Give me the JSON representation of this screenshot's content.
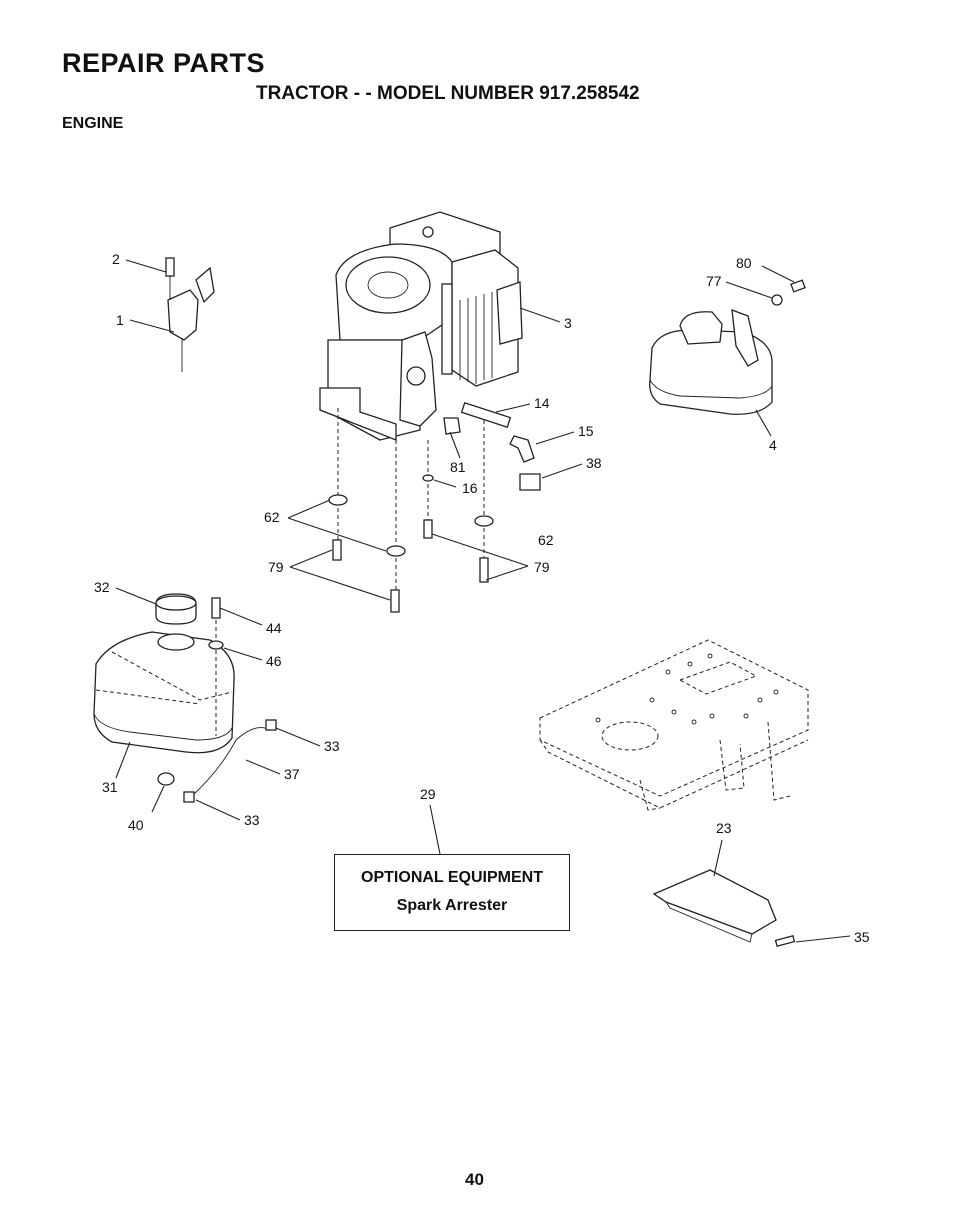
{
  "header": {
    "title": "REPAIR PARTS",
    "subtitle": "TRACTOR - - MODEL NUMBER 917.258542",
    "section": "ENGINE"
  },
  "callouts": {
    "c1": "1",
    "c2": "2",
    "c3": "3",
    "c4": "4",
    "c14": "14",
    "c15": "15",
    "c16": "16",
    "c23": "23",
    "c29": "29",
    "c31": "31",
    "c32": "32",
    "c33a": "33",
    "c33b": "33",
    "c35": "35",
    "c37": "37",
    "c38": "38",
    "c40": "40",
    "c44": "44",
    "c46": "46",
    "c62a": "62",
    "c62b": "62",
    "c77": "77",
    "c79a": "79",
    "c79b": "79",
    "c80": "80",
    "c81": "81"
  },
  "optional_equipment": {
    "title": "OPTIONAL EQUIPMENT",
    "item": "Spark Arrester"
  },
  "footer": {
    "page_number": "40"
  }
}
